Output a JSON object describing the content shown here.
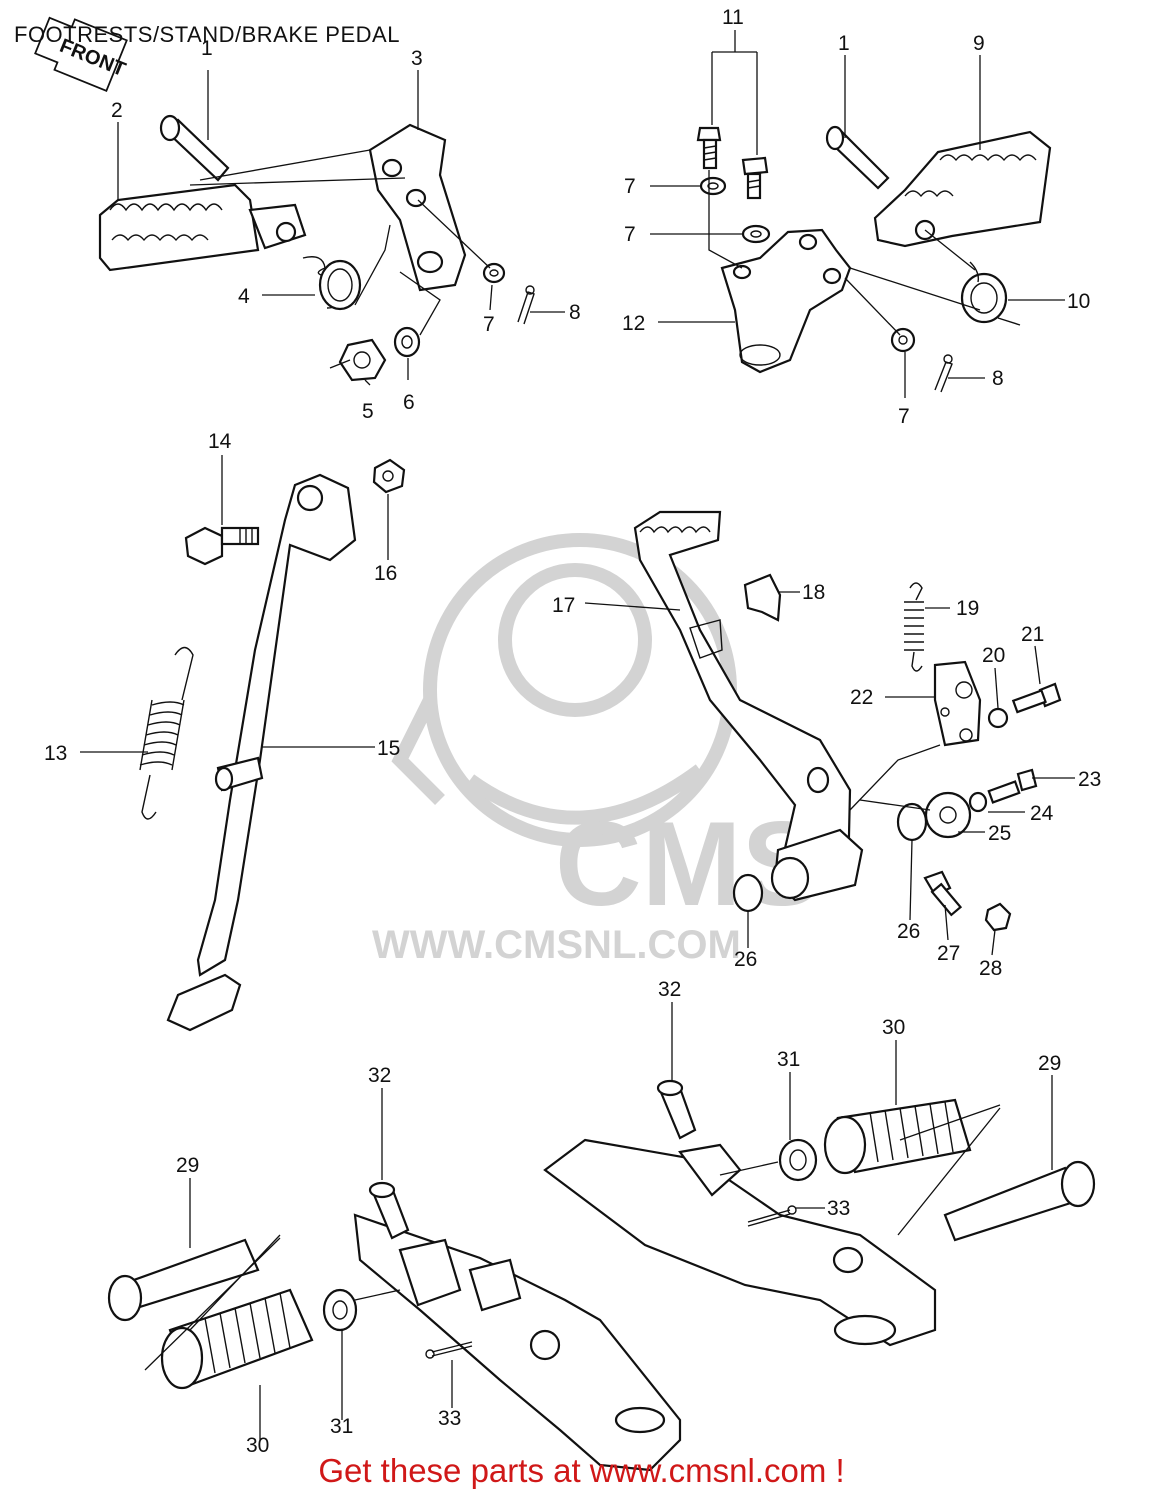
{
  "title": "FOOTRESTS/STAND/BRAKE PEDAL",
  "front_arrow": "FRONT",
  "watermark": {
    "logo": "CMS",
    "url": "WWW.CMSNL.COM"
  },
  "footer": "Get these parts at www.cmsnl.com !",
  "colors": {
    "footer": "#d01818",
    "line": "#111111",
    "watermark": "#d3d3d3"
  },
  "callouts": [
    {
      "id": "c1a",
      "text": "1"
    },
    {
      "id": "c2",
      "text": "2"
    },
    {
      "id": "c3",
      "text": "3"
    },
    {
      "id": "c4",
      "text": "4"
    },
    {
      "id": "c5",
      "text": "5"
    },
    {
      "id": "c6",
      "text": "6"
    },
    {
      "id": "c7a",
      "text": "7"
    },
    {
      "id": "c8a",
      "text": "8"
    },
    {
      "id": "c11",
      "text": "11"
    },
    {
      "id": "c1b",
      "text": "1"
    },
    {
      "id": "c9",
      "text": "9"
    },
    {
      "id": "c7b",
      "text": "7"
    },
    {
      "id": "c7c",
      "text": "7"
    },
    {
      "id": "c12",
      "text": "12"
    },
    {
      "id": "c10",
      "text": "10"
    },
    {
      "id": "c7d",
      "text": "7"
    },
    {
      "id": "c8b",
      "text": "8"
    },
    {
      "id": "c14",
      "text": "14"
    },
    {
      "id": "c16",
      "text": "16"
    },
    {
      "id": "c13",
      "text": "13"
    },
    {
      "id": "c15",
      "text": "15"
    },
    {
      "id": "c17",
      "text": "17"
    },
    {
      "id": "c18",
      "text": "18"
    },
    {
      "id": "c19",
      "text": "19"
    },
    {
      "id": "c20",
      "text": "20"
    },
    {
      "id": "c21",
      "text": "21"
    },
    {
      "id": "c22",
      "text": "22"
    },
    {
      "id": "c23",
      "text": "23"
    },
    {
      "id": "c24",
      "text": "24"
    },
    {
      "id": "c25",
      "text": "25"
    },
    {
      "id": "c26a",
      "text": "26"
    },
    {
      "id": "c26b",
      "text": "26"
    },
    {
      "id": "c27",
      "text": "27"
    },
    {
      "id": "c28",
      "text": "28"
    },
    {
      "id": "c32a",
      "text": "32"
    },
    {
      "id": "c30a",
      "text": "30"
    },
    {
      "id": "c31a",
      "text": "31"
    },
    {
      "id": "c29a",
      "text": "29"
    },
    {
      "id": "c33a",
      "text": "33"
    },
    {
      "id": "c32b",
      "text": "32"
    },
    {
      "id": "c29b",
      "text": "29"
    },
    {
      "id": "c30b",
      "text": "30"
    },
    {
      "id": "c31b",
      "text": "31"
    },
    {
      "id": "c33b",
      "text": "33"
    }
  ]
}
